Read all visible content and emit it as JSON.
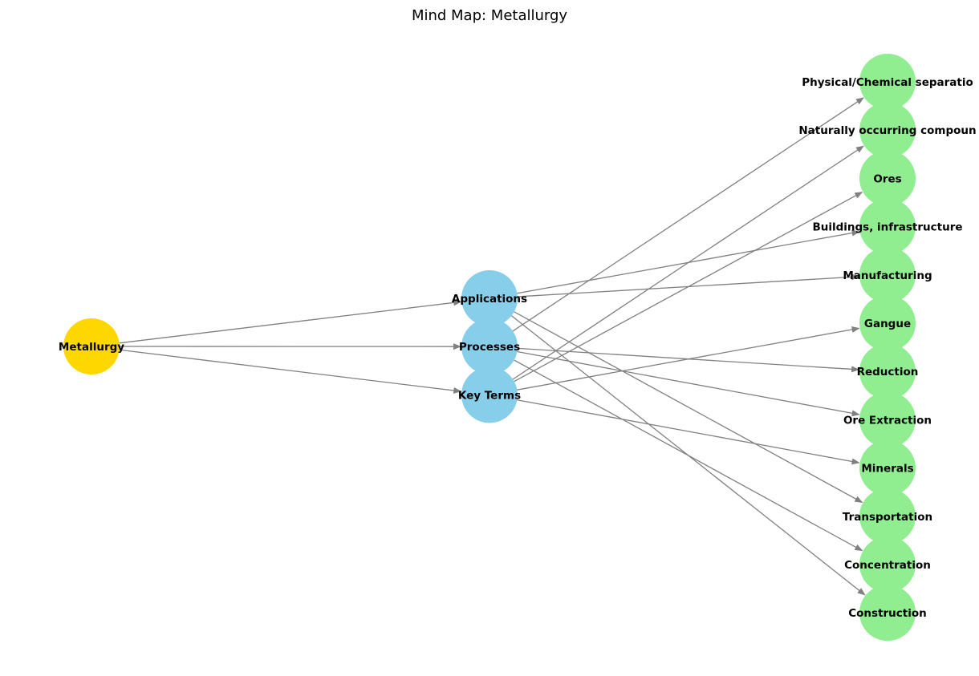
{
  "title": "Mind Map: Metallurgy",
  "colors": {
    "root": "#FFD700",
    "category": "#87CEEB",
    "leaf": "#90EE90",
    "edge": "#808080"
  },
  "nodes": [
    {
      "id": "metallurgy",
      "label": "Metallurgy",
      "level": "root"
    },
    {
      "id": "applications",
      "label": "Applications",
      "level": "category"
    },
    {
      "id": "processes",
      "label": "Processes",
      "level": "category"
    },
    {
      "id": "key-terms",
      "label": "Key Terms",
      "level": "category"
    },
    {
      "id": "physical-chemical-separation",
      "label": "Physical/Chemical separatio",
      "level": "leaf"
    },
    {
      "id": "naturally-occurring-compounds",
      "label": "Naturally occurring compoun",
      "level": "leaf"
    },
    {
      "id": "ores",
      "label": "Ores",
      "level": "leaf"
    },
    {
      "id": "buildings-infrastructure",
      "label": "Buildings, infrastructure",
      "level": "leaf"
    },
    {
      "id": "manufacturing",
      "label": "Manufacturing",
      "level": "leaf"
    },
    {
      "id": "gangue",
      "label": "Gangue",
      "level": "leaf"
    },
    {
      "id": "reduction",
      "label": "Reduction",
      "level": "leaf"
    },
    {
      "id": "ore-extraction",
      "label": "Ore Extraction",
      "level": "leaf"
    },
    {
      "id": "minerals",
      "label": "Minerals",
      "level": "leaf"
    },
    {
      "id": "transportation",
      "label": "Transportation",
      "level": "leaf"
    },
    {
      "id": "concentration",
      "label": "Concentration",
      "level": "leaf"
    },
    {
      "id": "construction",
      "label": "Construction",
      "level": "leaf"
    }
  ],
  "edges": [
    {
      "from": "metallurgy",
      "to": "applications"
    },
    {
      "from": "metallurgy",
      "to": "processes"
    },
    {
      "from": "metallurgy",
      "to": "key-terms"
    },
    {
      "from": "applications",
      "to": "buildings-infrastructure"
    },
    {
      "from": "applications",
      "to": "manufacturing"
    },
    {
      "from": "applications",
      "to": "transportation"
    },
    {
      "from": "applications",
      "to": "construction"
    },
    {
      "from": "processes",
      "to": "physical-chemical-separation"
    },
    {
      "from": "processes",
      "to": "reduction"
    },
    {
      "from": "processes",
      "to": "ore-extraction"
    },
    {
      "from": "processes",
      "to": "concentration"
    },
    {
      "from": "key-terms",
      "to": "naturally-occurring-compounds"
    },
    {
      "from": "key-terms",
      "to": "ores"
    },
    {
      "from": "key-terms",
      "to": "gangue"
    },
    {
      "from": "key-terms",
      "to": "minerals"
    }
  ]
}
